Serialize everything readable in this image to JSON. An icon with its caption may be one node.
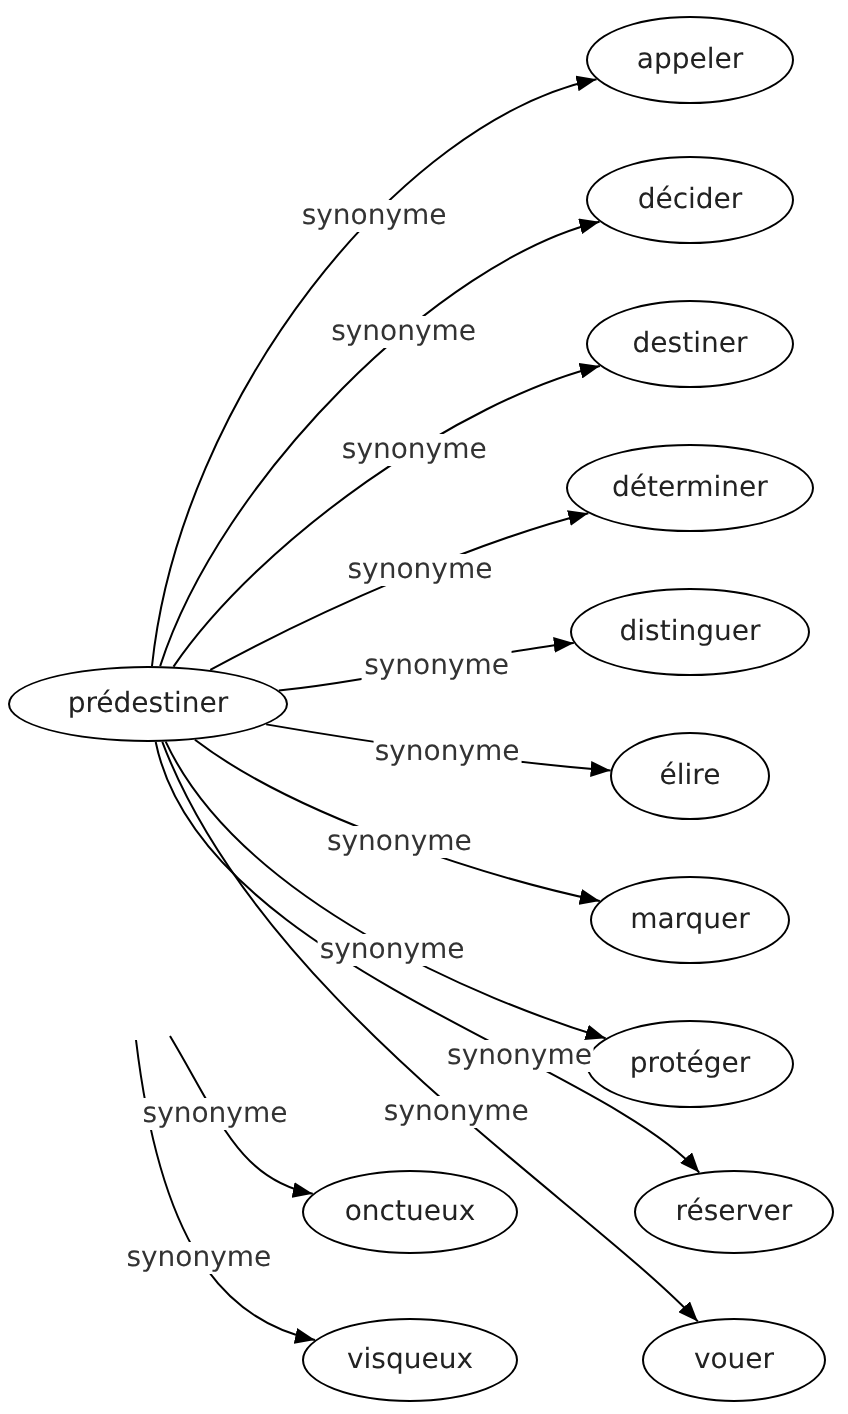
{
  "diagram": {
    "nodes": [
      {
        "text": [
          "prédestiner"
        ]
      },
      {
        "text": [
          "appeler"
        ]
      },
      {
        "text": [
          "décider"
        ]
      },
      {
        "text": [
          "destiner"
        ]
      },
      {
        "text": [
          "déterminer"
        ]
      },
      {
        "text": [
          "distinguer"
        ]
      },
      {
        "text": [
          "élire"
        ]
      },
      {
        "text": [
          "marquer"
        ]
      },
      {
        "text": [
          "protéger"
        ]
      },
      {
        "text": [
          "onctueux"
        ]
      },
      {
        "text": [
          "réserver"
        ]
      },
      {
        "text": [
          "visqueux"
        ]
      },
      {
        "text": [
          "vouer"
        ]
      }
    ],
    "edges": [
      {
        "from": 0,
        "to": 1,
        "arrow": "to",
        "label": "synonyme"
      },
      {
        "from": 0,
        "to": 2,
        "arrow": "to",
        "label": "synonyme"
      },
      {
        "from": 0,
        "to": 3,
        "arrow": "to",
        "label": "synonyme"
      },
      {
        "from": 0,
        "to": 4,
        "arrow": "to",
        "label": "synonyme"
      },
      {
        "from": 0,
        "to": 5,
        "arrow": "to",
        "label": "synonyme"
      },
      {
        "from": 0,
        "to": 6,
        "arrow": "to",
        "label": "synonyme"
      },
      {
        "from": 0,
        "to": 7,
        "arrow": "to",
        "label": "synonyme"
      },
      {
        "from": 0,
        "to": 8,
        "arrow": "to",
        "label": "synonyme"
      },
      {
        "from": 0,
        "to": 10,
        "arrow": "to",
        "label": "synonyme"
      },
      {
        "from": 0,
        "to": 12,
        "arrow": "to",
        "label": "synonyme"
      },
      {
        "from": null,
        "to": 9,
        "arrow": "to",
        "label": "synonyme"
      },
      {
        "from": null,
        "to": 11,
        "arrow": "to",
        "label": "synonyme"
      }
    ]
  }
}
